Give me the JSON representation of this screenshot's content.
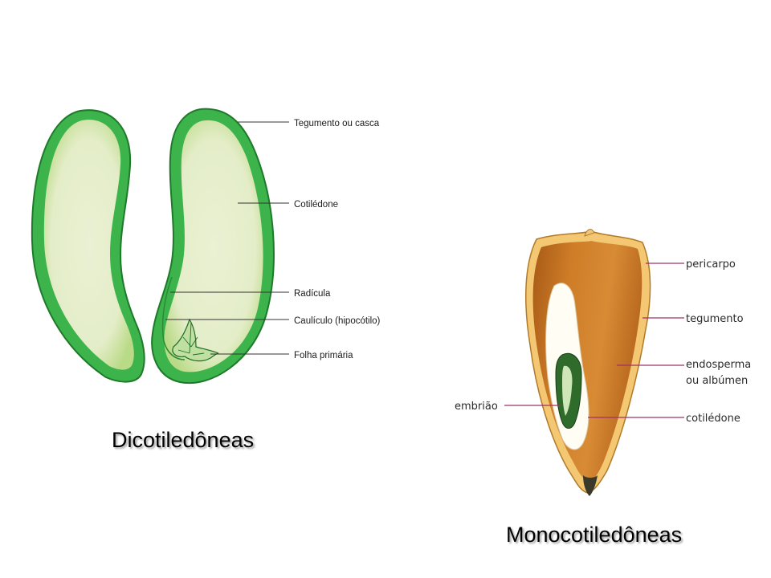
{
  "dicot": {
    "caption": "Dicotiledôneas",
    "labels": {
      "tegumento": "Tegumento ou casca",
      "cotiledone": "Cotilédone",
      "radicula": "Radícula",
      "caulicula": "Caulículo (hipocótilo)",
      "folha": "Folha primária"
    },
    "colors": {
      "coat": "#39b54a",
      "coat_outline": "#1f7a2a",
      "inner": "#e6efcc",
      "inner_edge": "#c4df95"
    }
  },
  "monocot": {
    "caption": "Monocotiledôneas",
    "labels": {
      "pericarpo": "pericarpo",
      "tegumento": "tegumento",
      "endosperma_1": "endosperma",
      "endosperma_2": "ou albúmen",
      "embriao": "embrião",
      "cotiledone": "cotilédone"
    },
    "colors": {
      "pericarp": "#f1c36e",
      "endosperm": "#c9741f",
      "embryo": "#2f6b2a",
      "leader": "#a0306a"
    }
  }
}
